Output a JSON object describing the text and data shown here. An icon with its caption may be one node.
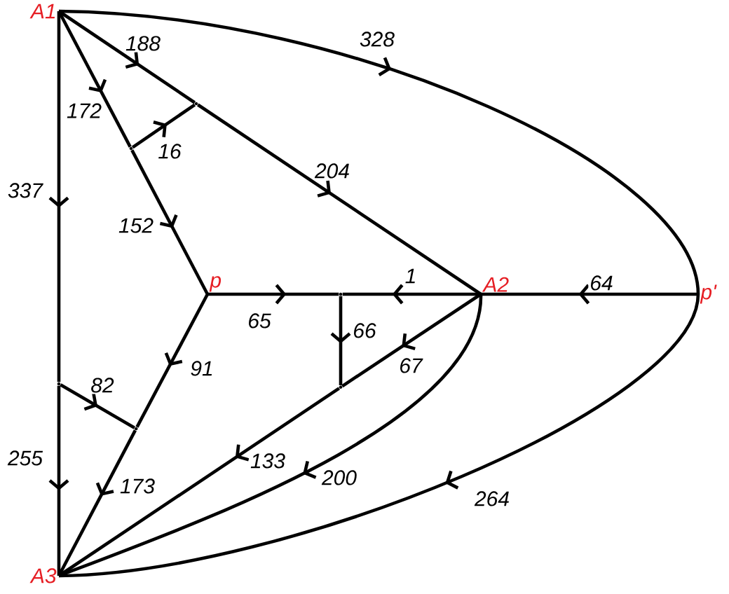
{
  "diagram": {
    "nodes": [
      {
        "text": [
          "A1"
        ]
      },
      {
        "text": [],
        "shape": "point"
      },
      {
        "text": [],
        "shape": "point"
      },
      {
        "text": [
          "p"
        ]
      },
      {
        "text": [],
        "shape": "point"
      },
      {
        "text": [
          "A2"
        ]
      },
      {
        "text": [
          "p'"
        ]
      },
      {
        "text": [],
        "shape": "point"
      },
      {
        "text": [],
        "shape": "point"
      },
      {
        "text": [],
        "shape": "point"
      },
      {
        "text": [
          "A3"
        ]
      }
    ],
    "edges": [
      {
        "from": 0,
        "to": 1,
        "arrow": "to",
        "label": "188"
      },
      {
        "from": 0,
        "to": 6,
        "arrow": "to",
        "label": "328"
      },
      {
        "from": 0,
        "to": 2,
        "arrow": "to",
        "label": "172"
      },
      {
        "from": 2,
        "to": 1,
        "arrow": "to",
        "label": "16"
      },
      {
        "from": 1,
        "to": 5,
        "arrow": "to",
        "label": "204"
      },
      {
        "from": 0,
        "to": 7,
        "arrow": "to",
        "label": "337"
      },
      {
        "from": 2,
        "to": 3,
        "arrow": "to",
        "label": "152"
      },
      {
        "from": 3,
        "to": 4,
        "arrow": "to",
        "label": "65"
      },
      {
        "from": 5,
        "to": 4,
        "arrow": "to",
        "label": "1"
      },
      {
        "from": 6,
        "to": 5,
        "arrow": "to",
        "label": "64"
      },
      {
        "from": 4,
        "to": 8,
        "arrow": "to",
        "label": "66"
      },
      {
        "from": 5,
        "to": 8,
        "arrow": "to",
        "label": "67"
      },
      {
        "from": 3,
        "to": 9,
        "arrow": "to",
        "label": "91"
      },
      {
        "from": 7,
        "to": 9,
        "arrow": "to",
        "label": "82"
      },
      {
        "from": 7,
        "to": 10,
        "arrow": "to",
        "label": "255"
      },
      {
        "from": 9,
        "to": 10,
        "arrow": "to",
        "label": "173"
      },
      {
        "from": 8,
        "to": 10,
        "arrow": "to",
        "label": "133"
      },
      {
        "from": 5,
        "to": 10,
        "arrow": "to",
        "label": "200"
      },
      {
        "from": 6,
        "to": 10,
        "arrow": "to",
        "label": "264"
      }
    ]
  }
}
